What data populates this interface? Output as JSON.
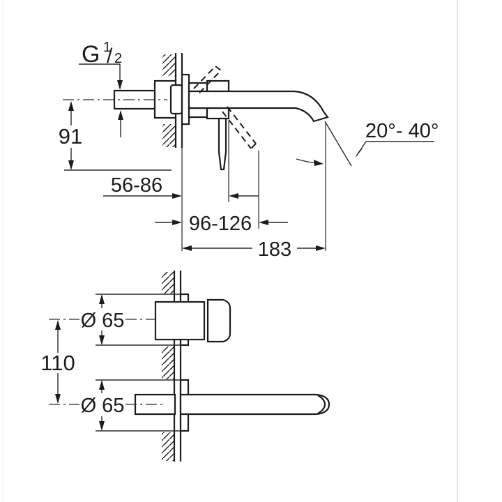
{
  "meta": {
    "background_color": "#ffffff",
    "line_color": "#1c1c1c",
    "edge_line_color": "#d9d9d9"
  },
  "side_view": {
    "thread_label": {
      "prefix": "G",
      "numerator": "1",
      "slash": "/",
      "denominator": "2"
    },
    "dims": {
      "height_to_reference": "91",
      "wall_to_handle_range": "56-86",
      "wall_to_body_range": "96-126",
      "spout_projection": "183",
      "spout_angle_range": "20°- 40°"
    }
  },
  "front_view": {
    "dims": {
      "centers_distance": "110",
      "top_escutcheon_diameter": "Ø 65",
      "bottom_escutcheon_diameter": "Ø 65"
    }
  }
}
